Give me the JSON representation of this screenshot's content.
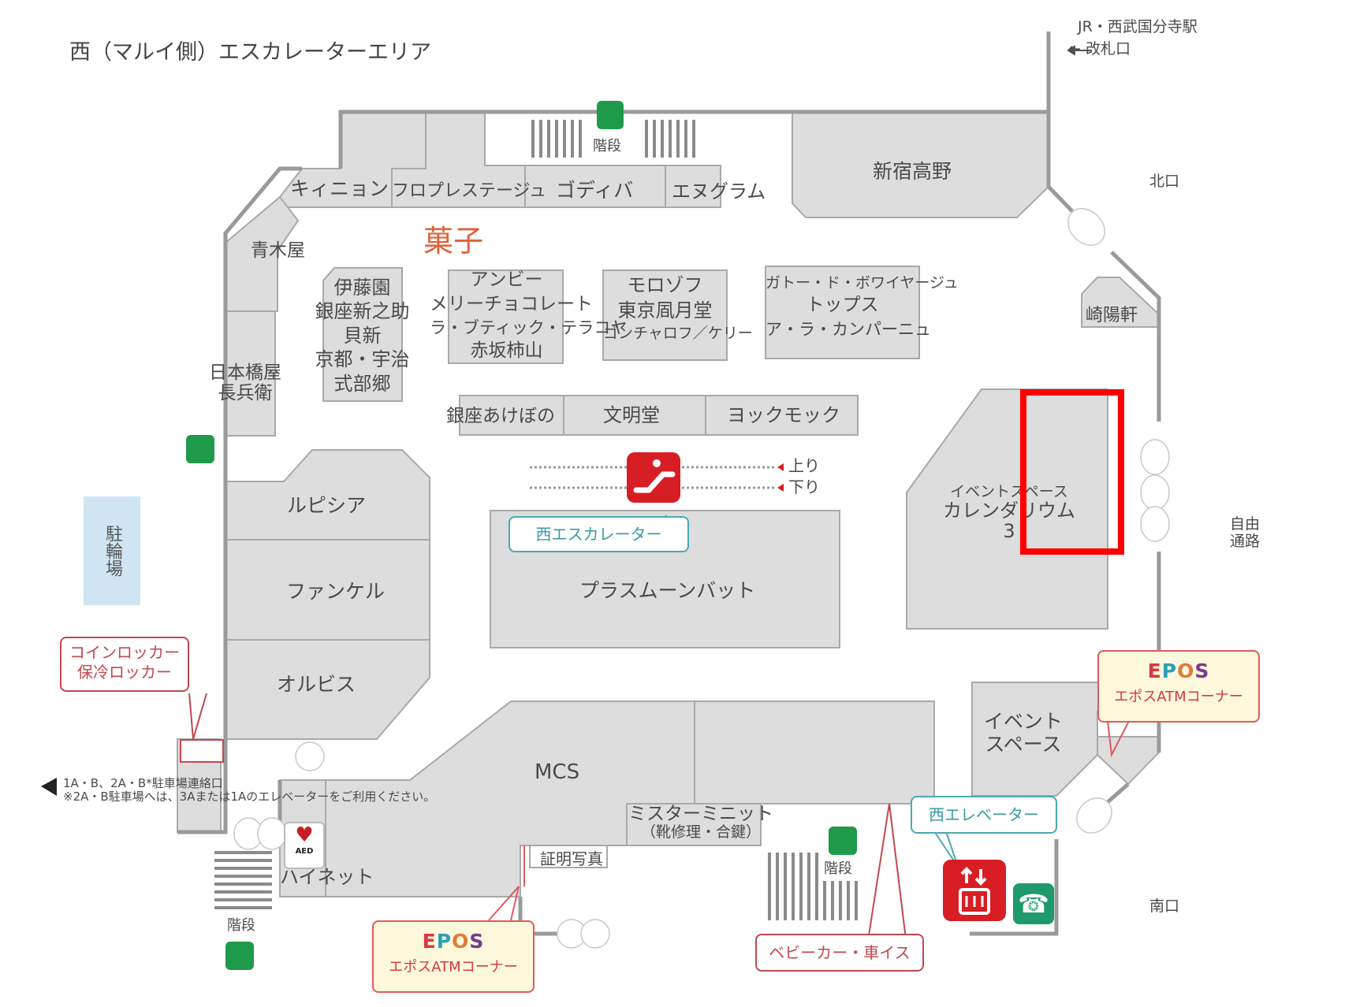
{
  "map_title": "西（マルイ側）エスカレーターエリア",
  "section_label": "菓子",
  "directions": {
    "station": "JR・西武国分寺駅",
    "ticket_gate": "← 改札口",
    "north_exit": "北口",
    "south_exit": "南口",
    "free_passage_line1": "自由",
    "free_passage_line2": "通路",
    "parking_link_line1": "1A・B、2A・B*駐車場連絡口",
    "parking_link_line2": "※2A・B駐車場へは、3Aまたは1Aのエレベーターをご利用ください。",
    "bicycle_parking": "駐輪場"
  },
  "shops": {
    "kinyon": "キィニョン",
    "froplestage": "フロプレステージュ",
    "godiva": "ゴディバ",
    "enuguram": "エヌグラム",
    "shinjuku_takano": "新宿高野",
    "aokiya": "青木屋",
    "nihonbashiya_line1": "日本橋屋",
    "nihonbashiya_line2": "長兵衛",
    "block_a": [
      "伊藤園",
      "銀座新之助",
      "貝新",
      "京都・宇治",
      "式部郷"
    ],
    "block_b": [
      "アンビー",
      "メリーチョコレート",
      "ラ・ブティック・テラコヤ",
      "赤坂柿山"
    ],
    "block_c": [
      "モロゾフ",
      "東京凮月堂",
      "ゴンチャロフ／ケリー"
    ],
    "block_d": [
      "ガトー・ド・ボワイヤージュ",
      "トップス",
      "ア・ラ・カンパーニュ"
    ],
    "kiyoken": "崎陽軒",
    "ginza_akebono": "銀座あけぼの",
    "bunmeido": "文明堂",
    "yokumoku": "ヨックモック",
    "lupicia": "ルピシア",
    "fancl": "ファンケル",
    "orbis": "オルビス",
    "plus_moon_bat": "プラスムーンバット",
    "event_calendarium_line1": "イベントスペース",
    "event_calendarium_line2": "カレンダリウム",
    "event_calendarium_line3": "3",
    "event_space_line1": "イベント",
    "event_space_line2": "スペース",
    "mcs": "MCS",
    "mister_minit_line1": "ミスターミニット",
    "mister_minit_line2": "（靴修理・合鍵）",
    "id_photo": "証明写真",
    "hinet": "ハイネット"
  },
  "facilities": {
    "stairs": "階段",
    "escalator_up": "上り",
    "escalator_down": "下り",
    "west_escalator": "西エスカレーター",
    "west_elevator": "西エレベーター",
    "coin_locker_line1": "コインロッカー",
    "coin_locker_line2": "保冷ロッカー",
    "stroller_wheelchair": "ベビーカー・車イス",
    "epos_brand": [
      "E",
      "P",
      "O",
      "S"
    ],
    "epos_atm": "エポスATMコーナー",
    "aed": "AED"
  },
  "colors": {
    "shop_fill": "#dddddd",
    "wall": "#9a9a9a",
    "section_label": "#e0623a",
    "emergency_green": "#1f9a4a",
    "facility_red": "#d81e25",
    "teal_callout": "#4aa8ae",
    "highlight": "#ff0000",
    "bike_parking": "#cfe6f2"
  }
}
